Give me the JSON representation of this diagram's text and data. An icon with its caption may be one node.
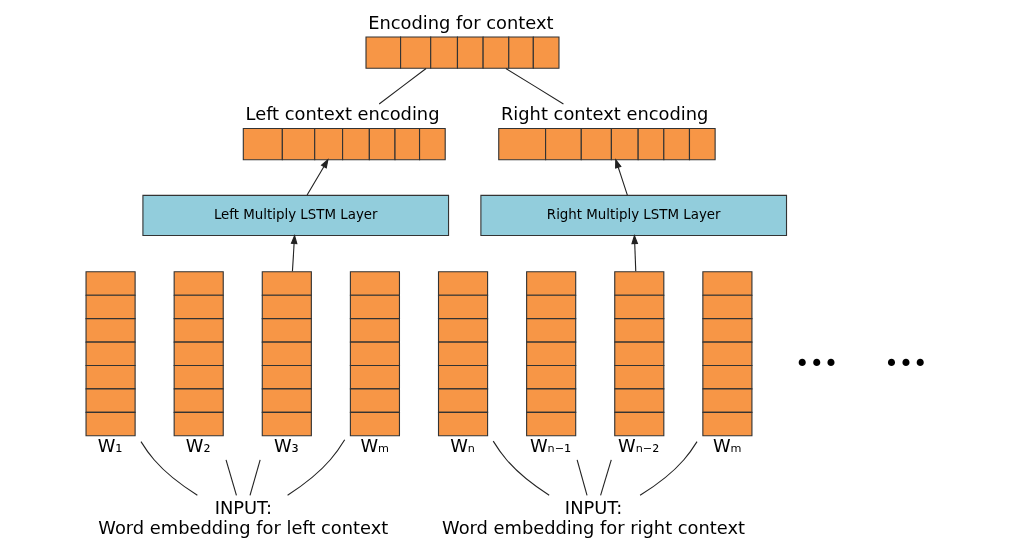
{
  "diagram": {
    "nodes": [
      {
        "text": [
          "Encoding for context"
        ]
      },
      {
        "text": [
          "Left context encoding"
        ]
      },
      {
        "text": [
          "Right context encoding"
        ]
      },
      {
        "text": [
          "Left Multiply LSTM Layer"
        ]
      },
      {
        "text": [
          "Right Multiply LSTM Layer"
        ]
      },
      {
        "text": [
          "W₁"
        ]
      },
      {
        "text": [
          "W₂"
        ]
      },
      {
        "text": [
          "W₃"
        ]
      },
      {
        "text": [
          "Wₘ"
        ]
      },
      {
        "text": [
          "INPUT:",
          "Word embedding for left context"
        ]
      },
      {
        "text": [
          "Wₙ"
        ]
      },
      {
        "text": [
          "Wₙ₋₁"
        ]
      },
      {
        "text": [
          "Wₙ₋₂"
        ]
      },
      {
        "text": [
          "Wₘ"
        ]
      },
      {
        "text": [
          "INPUT:",
          "Word embedding for right context"
        ]
      }
    ],
    "edges": [
      {
        "from": 0,
        "to": 1,
        "arrow": "none"
      },
      {
        "from": 0,
        "to": 2,
        "arrow": "none"
      },
      {
        "from": 3,
        "to": 1,
        "arrow": "to"
      },
      {
        "from": 4,
        "to": 2,
        "arrow": "to"
      },
      {
        "from": 7,
        "to": 3,
        "arrow": "to"
      },
      {
        "from": 12,
        "to": 4,
        "arrow": "to"
      },
      {
        "from": 5,
        "to": 9,
        "arrow": "none"
      },
      {
        "from": 6,
        "to": 9,
        "arrow": "none"
      },
      {
        "from": 7,
        "to": 9,
        "arrow": "none"
      },
      {
        "from": 8,
        "to": 9,
        "arrow": "none"
      },
      {
        "from": 10,
        "to": 14,
        "arrow": "none"
      },
      {
        "from": 11,
        "to": 14,
        "arrow": "none"
      },
      {
        "from": 12,
        "to": 14,
        "arrow": "none"
      },
      {
        "from": 13,
        "to": 14,
        "arrow": "none"
      }
    ],
    "labels": [
      "•••",
      "•••"
    ]
  }
}
